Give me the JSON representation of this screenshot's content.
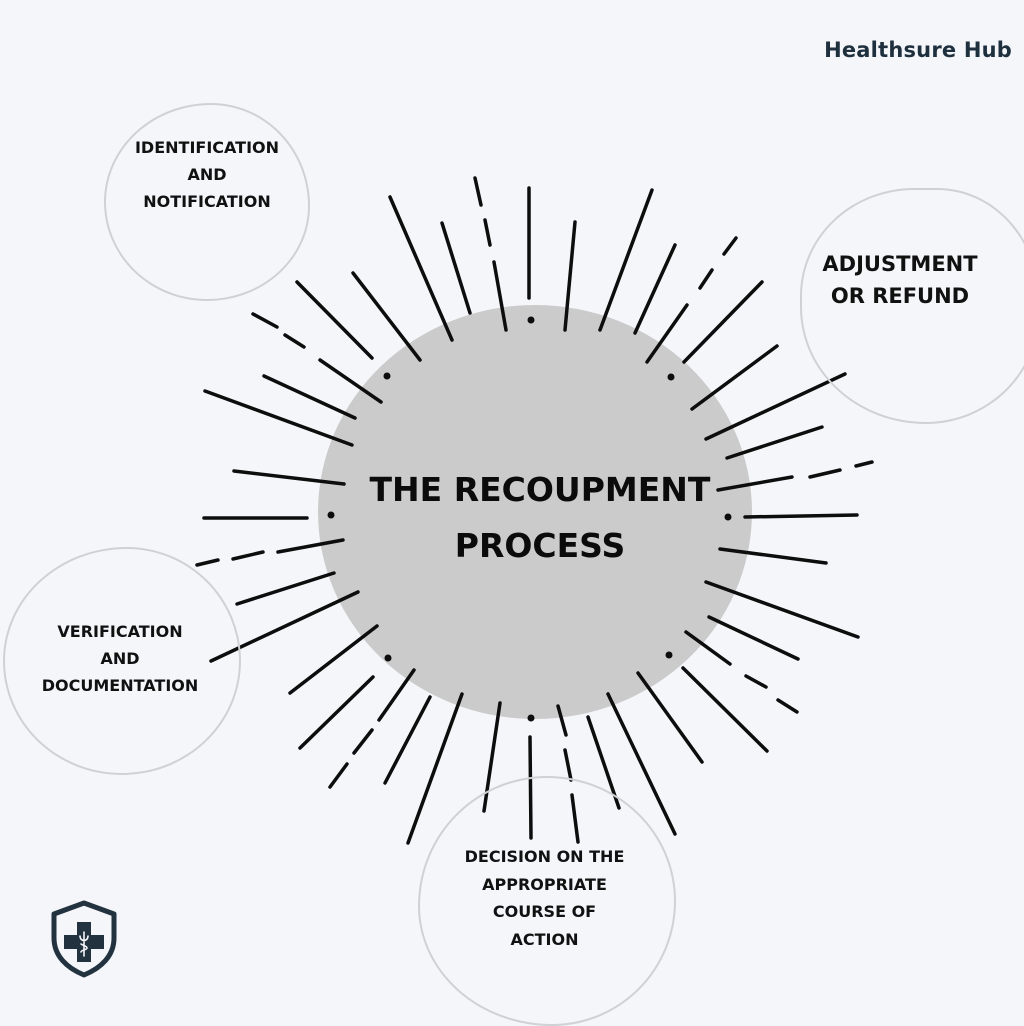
{
  "brand": {
    "name": "Healthsure Hub"
  },
  "center": {
    "title": "THE RECOUPMENT\nPROCESS"
  },
  "steps": [
    {
      "id": "identification",
      "label": "IDENTIFICATION\nAND\nNOTIFICATION"
    },
    {
      "id": "adjustment",
      "label": "ADJUSTMENT\nOR REFUND"
    },
    {
      "id": "verification",
      "label": "VERIFICATION\nAND\nDOCUMENTATION"
    },
    {
      "id": "decision",
      "label": "DECISION ON THE\nAPPROPRIATE\nCOURSE OF\nACTION"
    }
  ],
  "icons": {
    "logo": "shield-medical-cross-icon"
  },
  "colors": {
    "background": "#f4f6fa",
    "center_circle": "#cbcbcb",
    "rays": "#0d0d0d",
    "bubble_border": "#cfd1d4",
    "brand_text": "#1e2f3d",
    "logo": "#22323f"
  }
}
